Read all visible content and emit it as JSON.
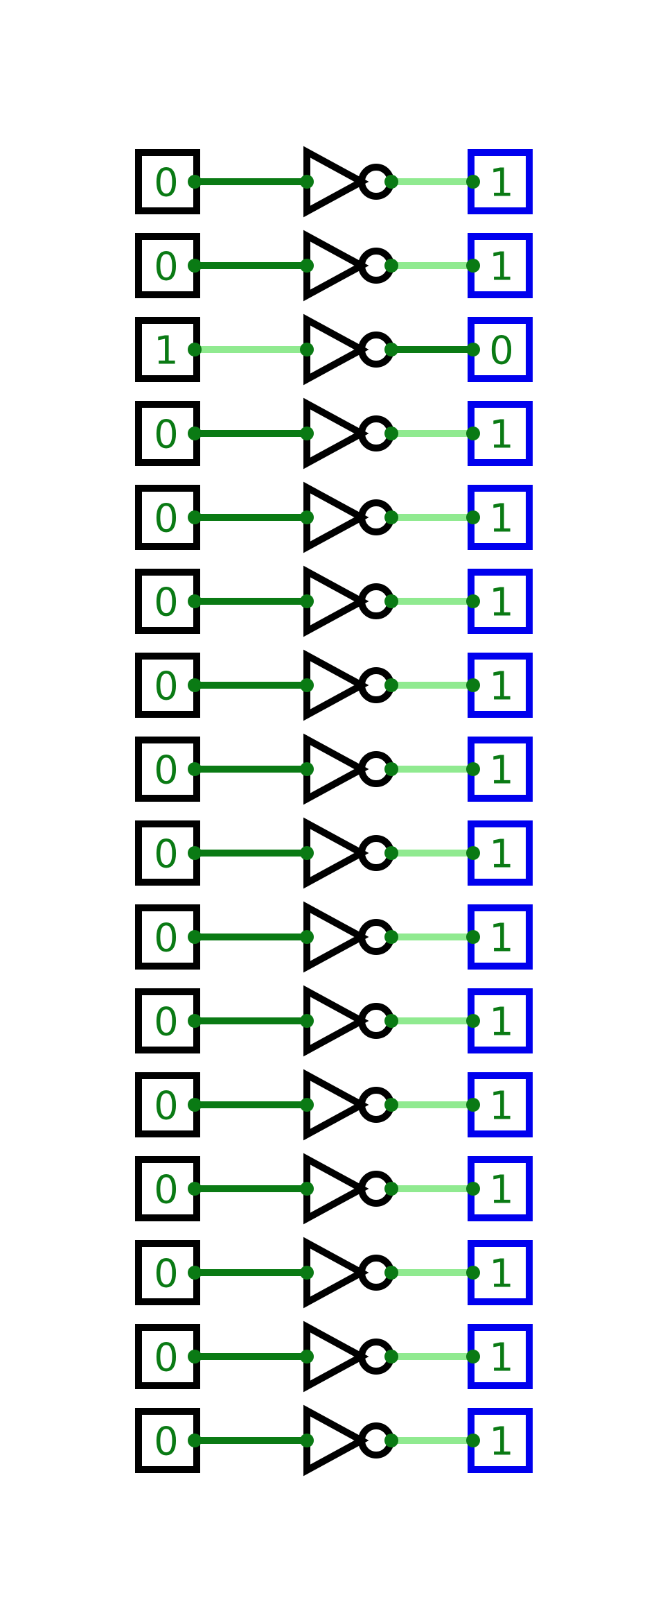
{
  "colors": {
    "background": "#ffffff",
    "input_border": "#000000",
    "output_border": "#0000ee",
    "gate_stroke": "#000000",
    "wire_low": "#0a7a14",
    "wire_high": "#90ea90",
    "junction": "#0a7a14",
    "text": "#0a7a14"
  },
  "icons": {
    "input_pin": "input-pin-square",
    "output_pin": "output-pin-square",
    "gate": "not-gate-triangle-with-bubble"
  },
  "rows": [
    {
      "input": "0",
      "output": "1"
    },
    {
      "input": "0",
      "output": "1"
    },
    {
      "input": "1",
      "output": "0"
    },
    {
      "input": "0",
      "output": "1"
    },
    {
      "input": "0",
      "output": "1"
    },
    {
      "input": "0",
      "output": "1"
    },
    {
      "input": "0",
      "output": "1"
    },
    {
      "input": "0",
      "output": "1"
    },
    {
      "input": "0",
      "output": "1"
    },
    {
      "input": "0",
      "output": "1"
    },
    {
      "input": "0",
      "output": "1"
    },
    {
      "input": "0",
      "output": "1"
    },
    {
      "input": "0",
      "output": "1"
    },
    {
      "input": "0",
      "output": "1"
    },
    {
      "input": "0",
      "output": "1"
    },
    {
      "input": "0",
      "output": "1"
    }
  ]
}
